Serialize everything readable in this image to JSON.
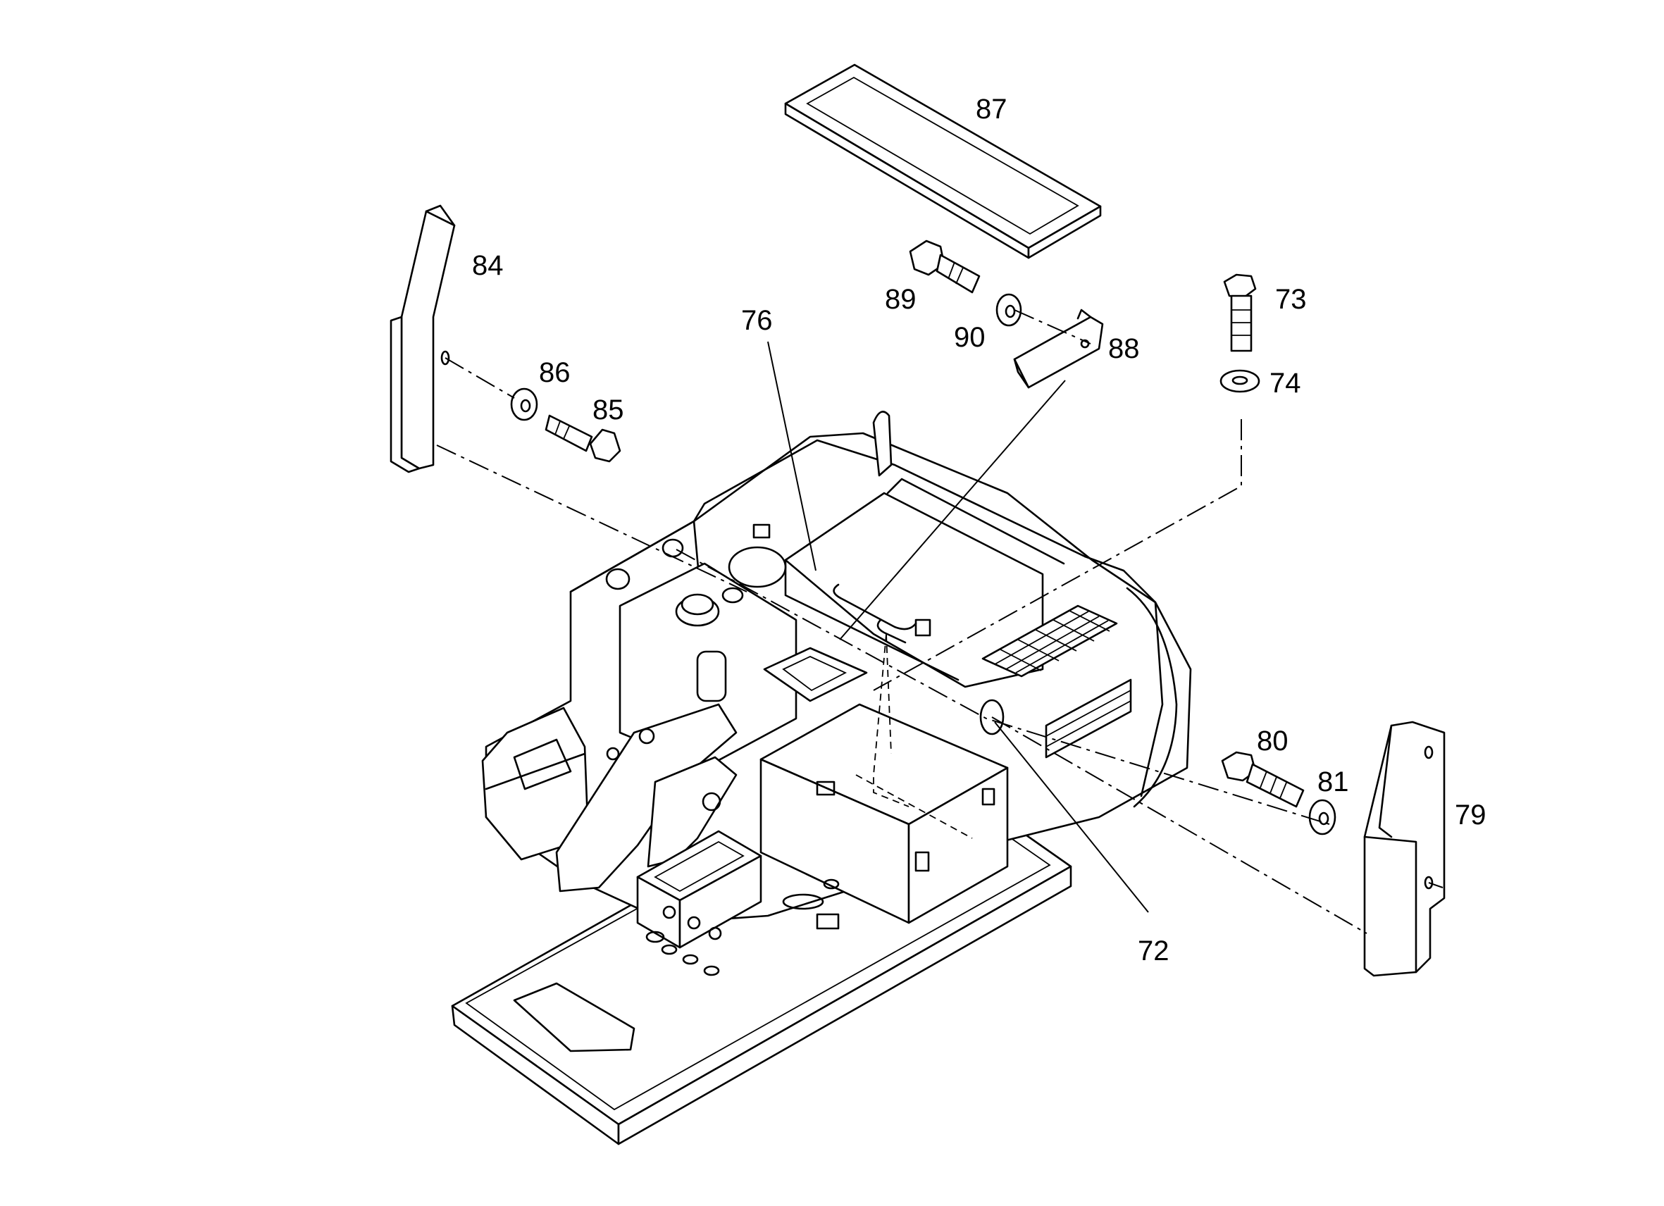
{
  "figure": {
    "callouts": [
      "87",
      "84",
      "89",
      "90",
      "88",
      "73",
      "74",
      "76",
      "86",
      "85",
      "80",
      "81",
      "79",
      "72"
    ],
    "colors": {
      "line": "#000000",
      "background": "#ffffff"
    }
  }
}
